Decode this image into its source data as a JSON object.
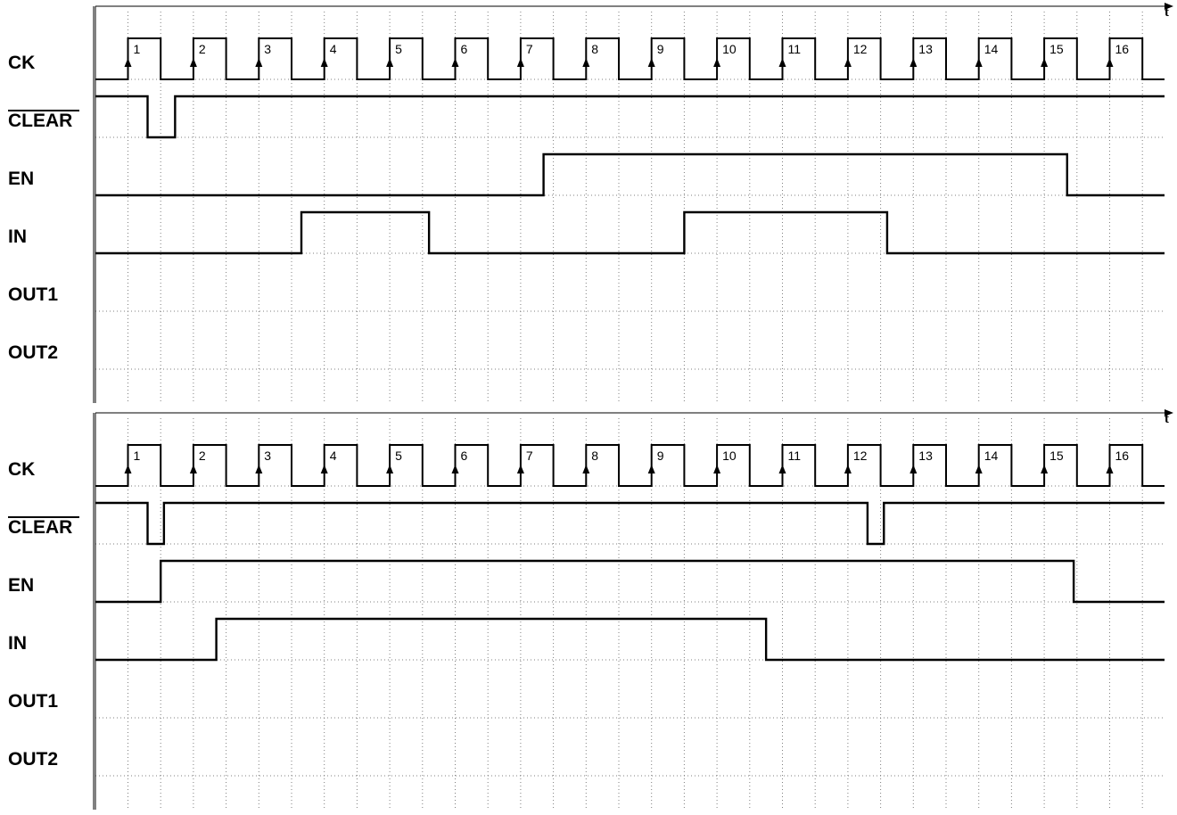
{
  "axis_label": "t",
  "signal_labels": [
    "CK",
    "CLEAR",
    "EN",
    "IN",
    "OUT1",
    "OUT2"
  ],
  "clock_labels": [
    "1",
    "2",
    "3",
    "4",
    "5",
    "6",
    "7",
    "8",
    "9",
    "10",
    "11",
    "12",
    "13",
    "14",
    "15",
    "16"
  ],
  "clear_overbar": true,
  "panels": [
    {
      "id": "top",
      "waves": {
        "CLEAR": {
          "initial": 1,
          "transitions": [
            0.3,
            0.72
          ]
        },
        "EN": {
          "initial": 0,
          "transitions": [
            6.35,
            14.35
          ]
        },
        "IN": {
          "initial": 0,
          "transitions": [
            2.65,
            4.6,
            8.5,
            11.6
          ]
        },
        "OUT1": null,
        "OUT2": null
      }
    },
    {
      "id": "bottom",
      "waves": {
        "CLEAR": {
          "initial": 1,
          "transitions": [
            0.3,
            0.55,
            11.3,
            11.55
          ]
        },
        "EN": {
          "initial": 0,
          "transitions": [
            0.5,
            14.45
          ]
        },
        "IN": {
          "initial": 0,
          "transitions": [
            1.35,
            9.75
          ]
        },
        "OUT1": null,
        "OUT2": null
      }
    }
  ]
}
